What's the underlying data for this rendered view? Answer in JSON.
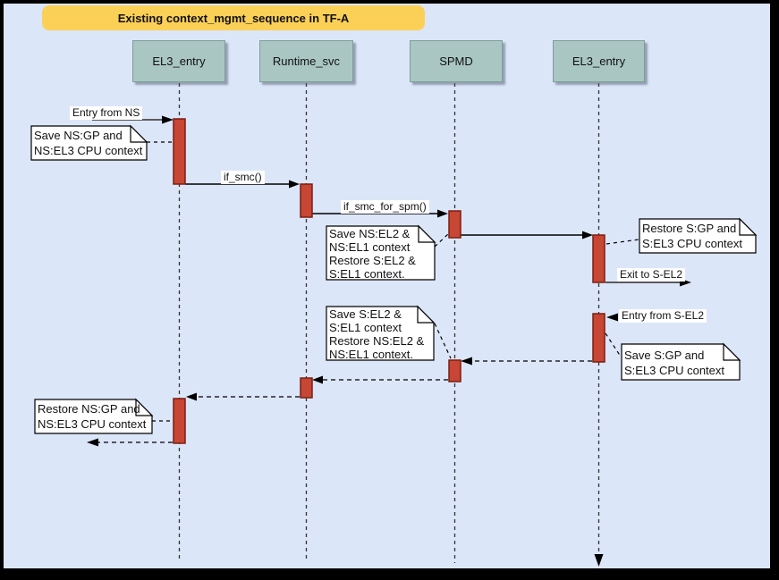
{
  "title": {
    "label": "Existing context_mgmt_sequence in TF-A"
  },
  "lifelines": [
    {
      "label": "EL3_entry"
    },
    {
      "label": "Runtime_svc"
    },
    {
      "label": "SPMD"
    },
    {
      "label": "EL3_entry"
    }
  ],
  "messages": [
    {
      "label": "Entry from NS"
    },
    {
      "label": "if_smc()"
    },
    {
      "label": "if_smc_for_spm()"
    },
    {
      "label": "Exit to S-EL2"
    },
    {
      "label": "Entry from S-EL2"
    }
  ],
  "notes": [
    {
      "text": "Save NS:GP and\nNS:EL3 CPU context"
    },
    {
      "text": "Save NS:EL2 &\nNS:EL1 context\nRestore S:EL2 &\nS:EL1 context."
    },
    {
      "text": "Restore S:GP and\nS:EL3 CPU context"
    },
    {
      "text": "Save S:EL2 &\nS:EL1 context\nRestore NS:EL2 &\nNS:EL1 context."
    },
    {
      "text": "Save S:GP and\nS:EL3 CPU context"
    },
    {
      "text": "Restore NS:GP and\nNS:EL3 CPU context"
    }
  ],
  "colors": {
    "canvas": "#dce6f9",
    "banner": "#fbd056",
    "header": "#a9c6c2",
    "headerBorder": "#7f9d99",
    "bar": "#c74634",
    "barBorder": "#7a1f12",
    "note": "#ffffff",
    "line": "#000000",
    "grayLine": "#5b5b5b"
  }
}
